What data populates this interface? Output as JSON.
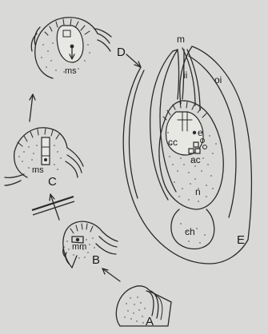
{
  "figure": {
    "labels": {
      "stage_a": "A",
      "stage_b": "B",
      "stage_c": "C",
      "stage_d": "D",
      "stage_e": "E",
      "mm": "mm",
      "ms_c": "ms",
      "ms_d": "ms",
      "m": "m",
      "ii": "ii",
      "oi": "oi",
      "cc": "cc",
      "e": "e",
      "ac": "ac",
      "n": "n",
      "ch": "ch"
    }
  }
}
